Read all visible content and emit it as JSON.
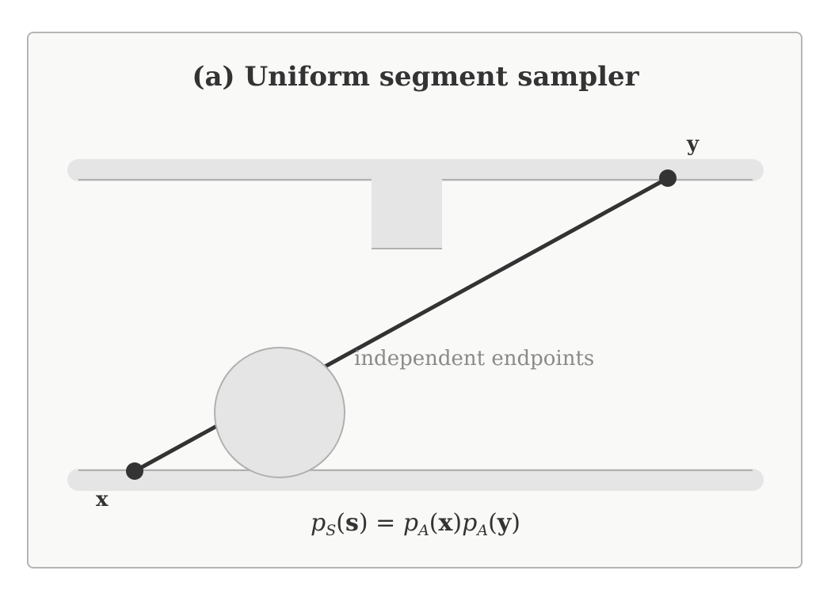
{
  "title": "(a) Uniform segment sampler",
  "labels": {
    "endpoint_x": "x",
    "endpoint_y": "y",
    "annotation": "independent endpoints"
  },
  "formula": {
    "lhs_fn": "p",
    "lhs_sub": "S",
    "lhs_arg": "s",
    "equals": "=",
    "rhs_fn_1": "p",
    "rhs_sub_1": "A",
    "rhs_arg_1": "x",
    "rhs_fn_2": "p",
    "rhs_sub_2": "A",
    "rhs_arg_2": "y"
  },
  "colors": {
    "card_bg": "#f9f9f8",
    "card_border": "#b5b5b5",
    "obstacle_fill": "#e5e5e5",
    "obstacle_edge": "#b0b0b0",
    "segment": "#333333",
    "annotation": "#8a8a8a"
  }
}
